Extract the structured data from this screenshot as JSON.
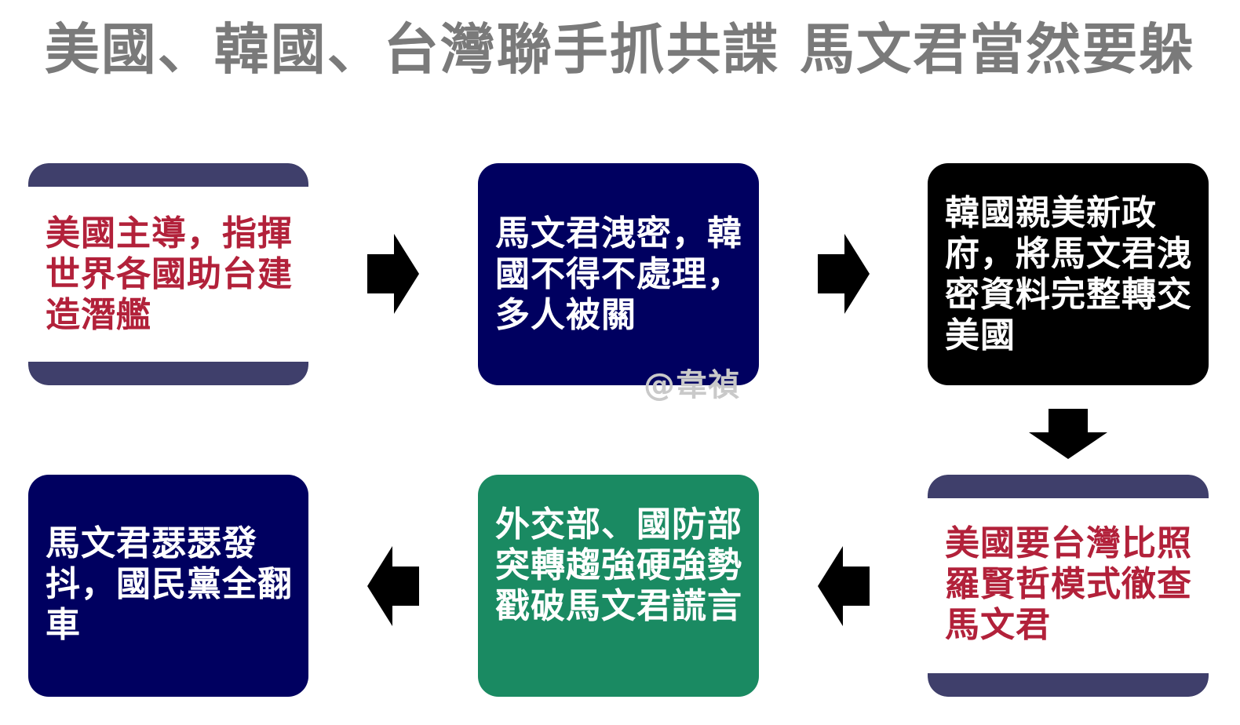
{
  "title": "美國、韓國、台灣聯手抓共諜 馬文君當然要躲",
  "watermark": "@韋禎",
  "boxes": [
    {
      "text": "美國主導，指揮世界各國助台建造潛艦",
      "color": "#ffffff"
    },
    {
      "text": "馬文君洩密，韓國不得不處理，多人被關",
      "color": "#000060"
    },
    {
      "text": "韓國親美新政府，將馬文君洩密資料完整轉交美國",
      "color": "#000000"
    },
    {
      "text": "美國要台灣比照羅賢哲模式徹查馬文君",
      "color": "#ffffff"
    },
    {
      "text": "外交部、國防部突轉趨強硬強勢戳破馬文君謊言",
      "color": "#1a8a62"
    },
    {
      "text": "馬文君瑟瑟發抖，國民黨全翻車",
      "color": "#000060"
    }
  ],
  "colors": {
    "title": "#7a7a7a",
    "light_bar": "#3f3f6b",
    "light_text": "#b2213a",
    "arrow": "#000000"
  },
  "arrows": [
    {
      "icon": "arrow-right-icon"
    },
    {
      "icon": "arrow-right-icon"
    },
    {
      "icon": "arrow-down-icon"
    },
    {
      "icon": "arrow-left-icon"
    },
    {
      "icon": "arrow-left-icon"
    }
  ]
}
